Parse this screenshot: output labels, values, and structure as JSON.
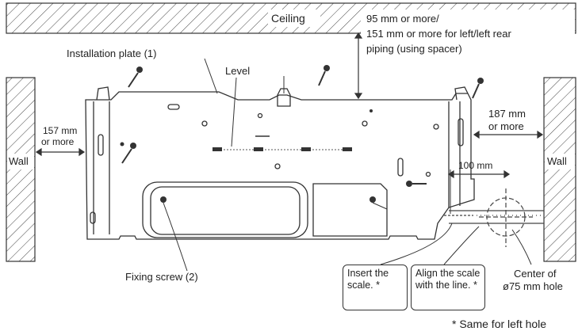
{
  "labels": {
    "ceiling": "Ceiling",
    "clearance_top_1": "95 mm or more/",
    "clearance_top_2": "151 mm or more for left/left rear",
    "clearance_top_3": "piping (using spacer)",
    "installation_plate": "Installation plate (1)",
    "level": "Level",
    "left_clear_1": "157 mm",
    "left_clear_2": "or more",
    "right_clear_1": "187 mm",
    "right_clear_2": "or more",
    "wall_left": "Wall",
    "wall_right": "Wall",
    "dim_100": "100 mm",
    "fixing_screw": "Fixing screw (2)",
    "insert_scale": "Insert the scale. *",
    "align_scale": "Align the scale with the line. *",
    "center_1": "Center of",
    "center_2": "ø75 mm hole",
    "footnote": "* Same for left hole"
  }
}
